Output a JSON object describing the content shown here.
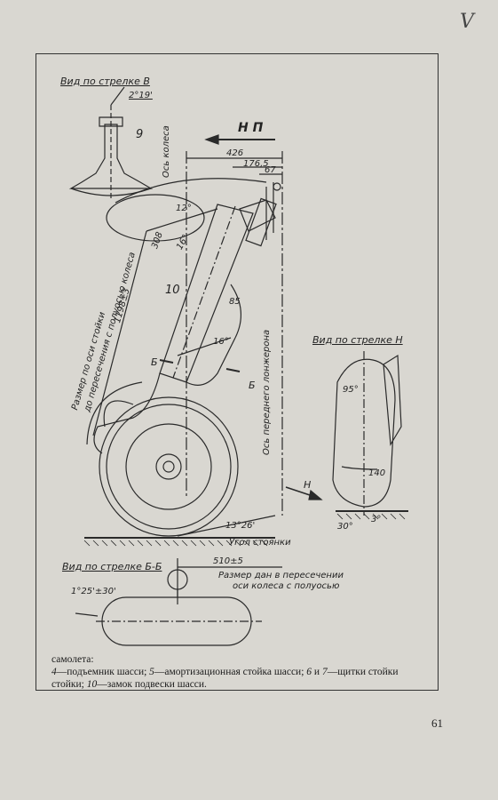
{
  "corner_mark": "V",
  "labels": {
    "view_v": "Вид по стрелке В",
    "angle_v": "2°19'",
    "part_9": "9",
    "np": "Н П",
    "axis_wheel": "Ось колеса",
    "dim_426": "426",
    "dim_1765": "176,5",
    "dim_67": "67",
    "angle_12": "12°",
    "dim_308": "308",
    "angle_16_top": "16°",
    "part_10": "10",
    "dim_85": "85",
    "angle_16": "16°",
    "b_left": "Б",
    "b_right": "Б",
    "size_text_1": "Размер по оси стойки",
    "size_text_2": "до пересечения с полуосью колеса",
    "dim_1198": "1198±3",
    "axis_spar": "Ось переднего лонжерона",
    "view_n": "Вид по стрелке Н",
    "angle_95": "95°",
    "dim_140": "140",
    "angle_30": "30°",
    "angle_3": "3°",
    "arrow_h": "Н",
    "angle_1326": "13°26'",
    "parking_angle": "Угол стоянки",
    "view_bb": "Вид по стрелке Б-Б",
    "dim_510": "510±5",
    "size_given_1": "Размер дан в пересечении",
    "size_given_2": "оси колеса с полуосью",
    "angle_125": "1°25'±30'"
  },
  "caption": {
    "line1": "самолета:",
    "line2_a": "4",
    "line2_b": "—подъемник шасси; ",
    "line2_c": "5",
    "line2_d": "—амортизационная стойка шасси; ",
    "line2_e": "6",
    "line2_f": " и ",
    "line2_g": "7",
    "line2_h": "—щитки стойки",
    "line3_a": "стойки; ",
    "line3_b": "10",
    "line3_c": "—замок подвески шасси."
  },
  "page_number": "61"
}
